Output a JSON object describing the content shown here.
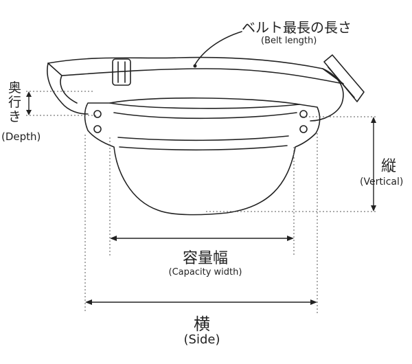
{
  "labels": {
    "belt_length_ja": "ベルト最長の長さ",
    "belt_length_en": "(Belt length)",
    "depth_ja": "奥行き",
    "depth_en": "(Depth)",
    "vertical_ja": "縦",
    "vertical_en": "(Vertical)",
    "capacity_ja": "容量幅",
    "capacity_en": "(Capacity width)",
    "side_ja": "横",
    "side_en": "(Side)"
  },
  "colors": {
    "line": "#222222",
    "dotted": "#555555"
  }
}
